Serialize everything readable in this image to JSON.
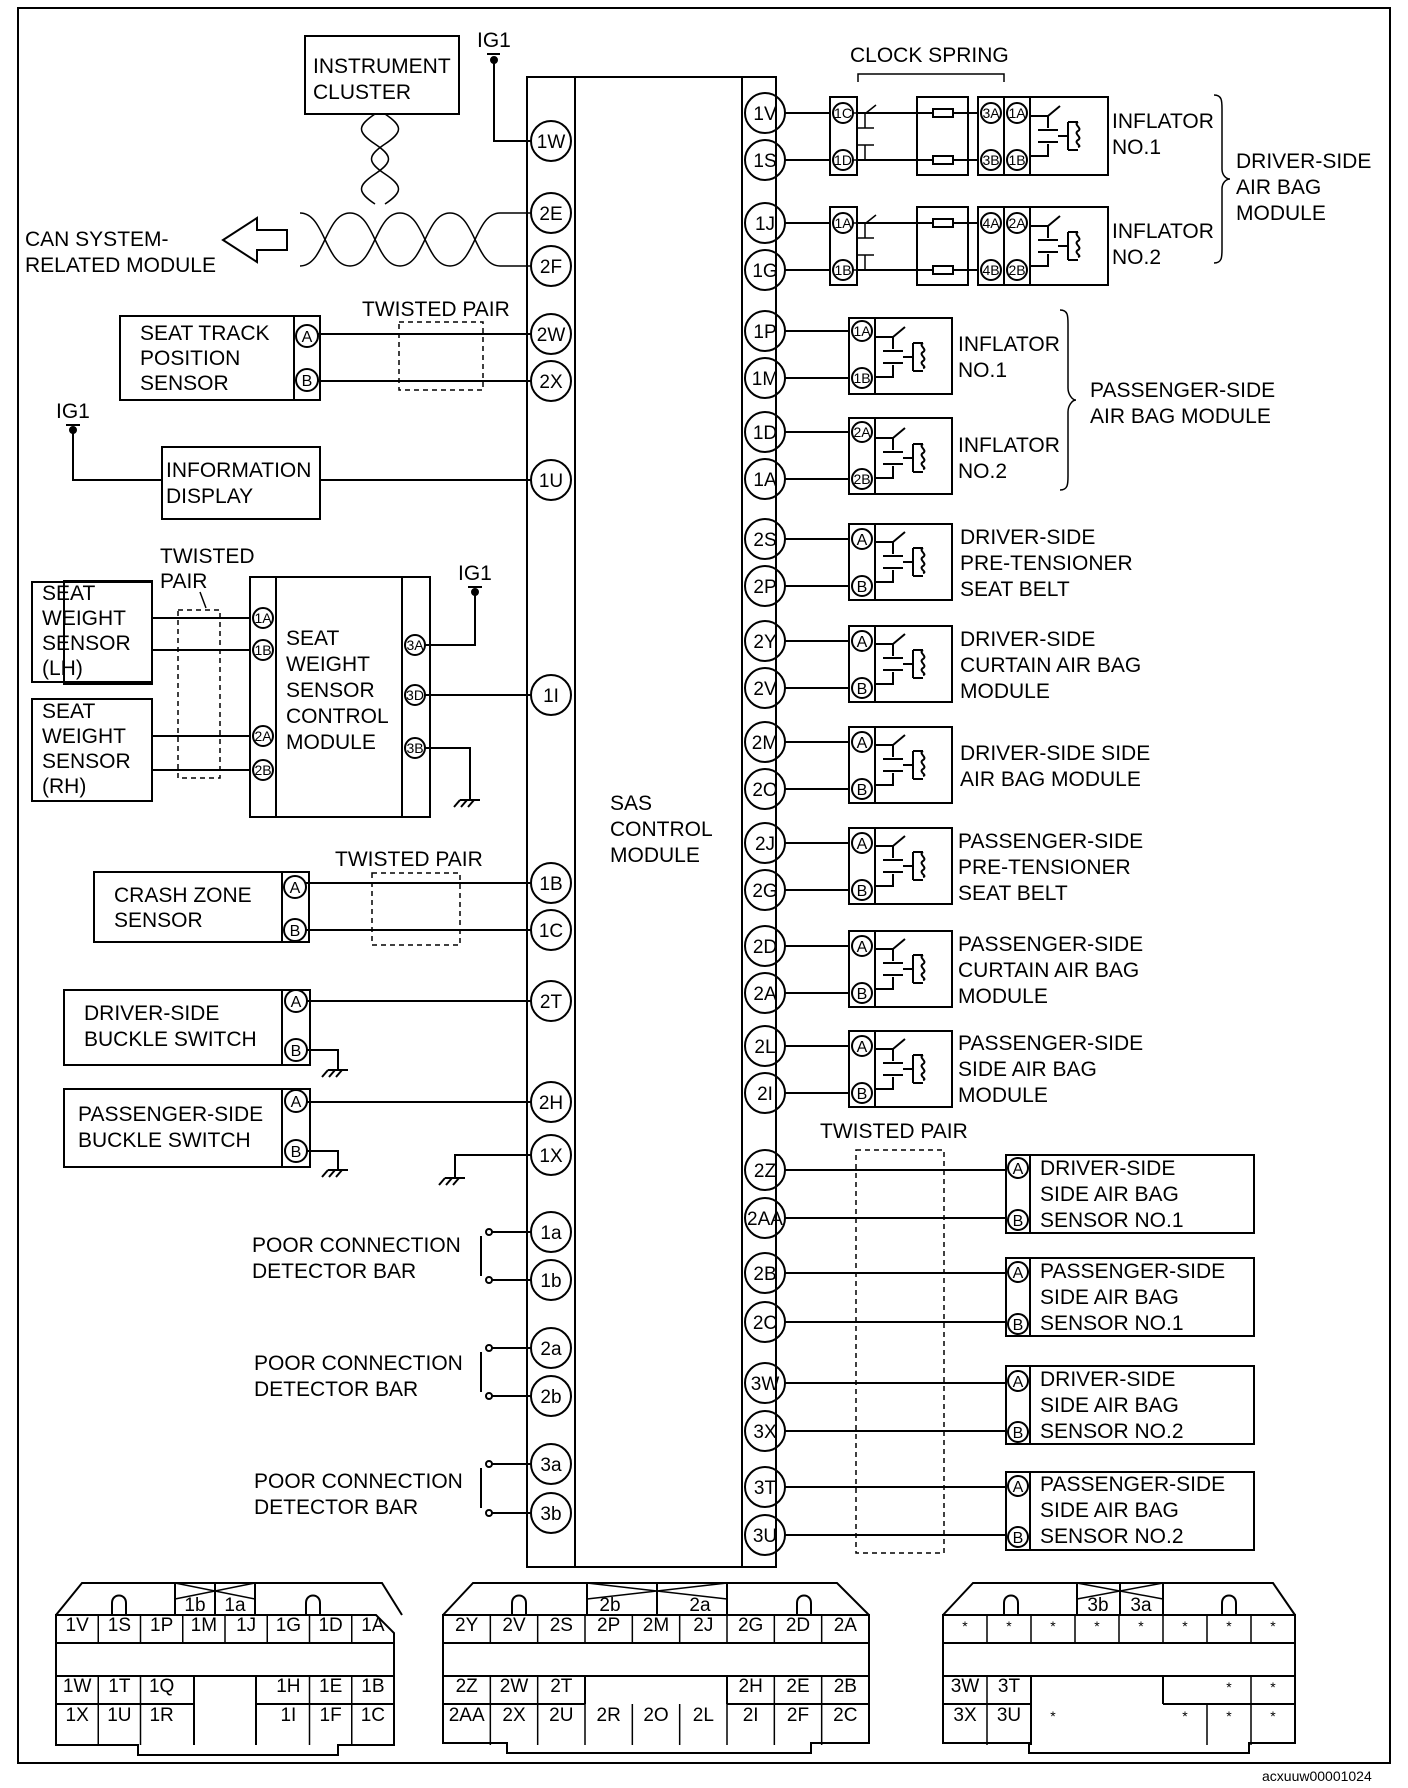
{
  "pins": {
    "1W": "1W",
    "2E": "2E",
    "2F": "2F",
    "2W": "2W",
    "2X": "2X",
    "1U": "1U",
    "1I": "1I",
    "1B": "1B",
    "1C": "1C",
    "2T": "2T",
    "2H": "2H",
    "1X": "1X",
    "1a": "1a",
    "1b": "1b",
    "2a": "2a",
    "2b": "2b",
    "3a": "3a",
    "3b": "3b",
    "1V": "1V",
    "1S": "1S",
    "1J": "1J",
    "1G": "1G",
    "1P": "1P",
    "1M": "1M",
    "1D": "1D",
    "1A": "1A",
    "2S": "2S",
    "2P": "2P",
    "2Y": "2Y",
    "2V": "2V",
    "2M": "2M",
    "2O": "2O",
    "2J": "2J",
    "2G": "2G",
    "2D": "2D",
    "2A": "2A",
    "2L": "2L",
    "2I": "2I",
    "2Z": "2Z",
    "2AA": "2AA",
    "2B": "2B",
    "2C": "2C",
    "3W": "3W",
    "3X": "3X",
    "3T": "3T",
    "3U": "3U"
  },
  "terms": {
    "A": "A",
    "B": "B",
    "1A": "1A",
    "1B": "1B",
    "1C": "1C",
    "1D": "1D",
    "2A": "2A",
    "2B": "2B",
    "3A": "3A",
    "3B": "3B",
    "3D": "3D",
    "4A": "4A",
    "4B": "4B"
  },
  "ig1": "IG1",
  "sas_module": [
    "SAS",
    "CONTROL",
    "MODULE"
  ],
  "instrument_cluster": [
    "INSTRUMENT",
    "CLUSTER"
  ],
  "can_module": [
    "CAN SYSTEM-",
    "RELATED MODULE"
  ],
  "twisted_pair": "TWISTED PAIR",
  "twisted_pair_split": [
    "TWISTED",
    "PAIR"
  ],
  "seat_track": [
    "SEAT TRACK",
    "POSITION",
    "SENSOR"
  ],
  "info_display": [
    "INFORMATION",
    "DISPLAY"
  ],
  "seat_weight_lh": [
    "SEAT",
    "WEIGHT",
    "SENSOR",
    "(LH)"
  ],
  "seat_weight_rh": [
    "SEAT",
    "WEIGHT",
    "SENSOR",
    "(RH)"
  ],
  "sws_control": [
    "SEAT",
    "WEIGHT",
    "SENSOR",
    "CONTROL",
    "MODULE"
  ],
  "crash_zone": [
    "CRASH ZONE",
    "SENSOR"
  ],
  "driver_buckle": [
    "DRIVER-SIDE",
    "BUCKLE SWITCH"
  ],
  "passenger_buckle": [
    "PASSENGER-SIDE",
    "BUCKLE SWITCH"
  ],
  "poor_connection": [
    "POOR CONNECTION",
    "DETECTOR BAR"
  ],
  "clock_spring": "CLOCK SPRING",
  "inflator_no1": [
    "INFLATOR",
    "NO.1"
  ],
  "inflator_no2": [
    "INFLATOR",
    "NO.2"
  ],
  "driver_airbag_module": [
    "DRIVER-SIDE",
    "AIR BAG",
    "MODULE"
  ],
  "passenger_airbag_module": [
    "PASSENGER-SIDE",
    "AIR BAG MODULE"
  ],
  "driver_pretensioner": [
    "DRIVER-SIDE",
    "PRE-TENSIONER",
    "SEAT BELT"
  ],
  "driver_curtain": [
    "DRIVER-SIDE",
    "CURTAIN AIR BAG",
    "MODULE"
  ],
  "driver_side_airbag": [
    "DRIVER-SIDE SIDE",
    "AIR BAG MODULE"
  ],
  "passenger_pretensioner": [
    "PASSENGER-SIDE",
    "PRE-TENSIONER",
    "SEAT BELT"
  ],
  "passenger_curtain": [
    "PASSENGER-SIDE",
    "CURTAIN AIR BAG",
    "MODULE"
  ],
  "passenger_side_airbag": [
    "PASSENGER-SIDE",
    "SIDE AIR BAG",
    "MODULE"
  ],
  "d_sensor1": [
    "DRIVER-SIDE",
    "SIDE AIR BAG",
    "SENSOR NO.1"
  ],
  "p_sensor1": [
    "PASSENGER-SIDE",
    "SIDE AIR BAG",
    "SENSOR NO.1"
  ],
  "d_sensor2": [
    "DRIVER-SIDE",
    "SIDE AIR BAG",
    "SENSOR NO.2"
  ],
  "p_sensor2": [
    "PASSENGER-SIDE",
    "SIDE AIR BAG",
    "SENSOR NO.2"
  ],
  "connectors": {
    "c1": {
      "top_tabs": [
        "1b",
        "1a"
      ],
      "row1": [
        "1V",
        "1S",
        "1P",
        "1M",
        "1J",
        "1G",
        "1D",
        "1A"
      ],
      "row2": [
        "1W",
        "1T",
        "1Q",
        "",
        "",
        "1H",
        "1E",
        "1B"
      ],
      "row3": [
        "1X",
        "1U",
        "1R",
        "",
        "",
        "1I",
        "1F",
        "1C"
      ]
    },
    "c2": {
      "top_tabs": [
        "2b",
        "2a"
      ],
      "row1": [
        "2Y",
        "2V",
        "2S",
        "2P",
        "2M",
        "2J",
        "2G",
        "2D",
        "2A"
      ],
      "row2": [
        "2Z",
        "2W",
        "2T",
        "",
        "",
        "",
        "2H",
        "2E",
        "2B"
      ],
      "row3": [
        "2AA",
        "2X",
        "2U",
        "2R",
        "2O",
        "2L",
        "2I",
        "2F",
        "2C"
      ]
    },
    "c3": {
      "top_tabs": [
        "3b",
        "3a"
      ],
      "row1": [
        "*",
        "*",
        "*",
        "*",
        "*",
        "*",
        "*",
        "*"
      ],
      "row2": [
        "3W",
        "3T",
        "",
        "",
        "",
        "",
        "*",
        "*"
      ],
      "row3": [
        "3X",
        "3U",
        "*",
        "",
        "",
        "*",
        "*",
        "*"
      ]
    }
  },
  "figure_code": "acxuuw00001024"
}
